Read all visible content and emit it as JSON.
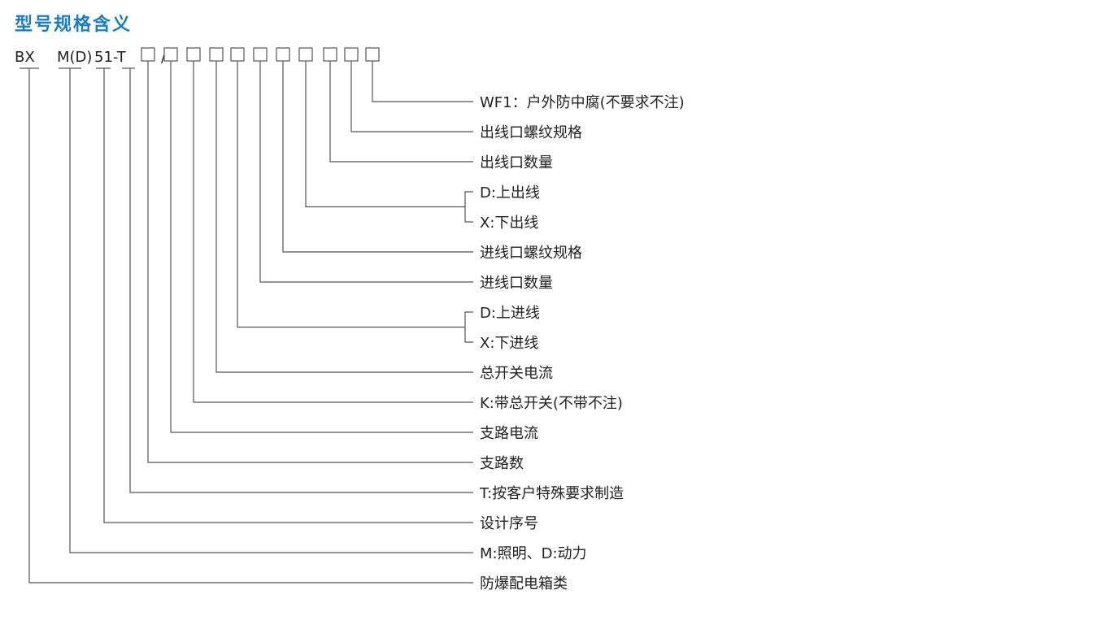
{
  "title": "型号规格含义",
  "model_segments": [
    "BX",
    "M(D)",
    "51-T",
    "/"
  ],
  "slot_count": 11,
  "labels": [
    "WF1：户外防中腐(不要求不注)",
    "出线口螺纹规格",
    "出线口数量",
    "D:上出线",
    "X:下出线",
    "进线口螺纹规格",
    "进线口数量",
    "D:上进线",
    "X:下进线",
    "总开关电流",
    "K:带总开关(不带不注)",
    "支路电流",
    "支路数",
    "T:按客户特殊要求制造",
    "设计序号",
    "M:照明、D:动力",
    "防爆配电箱类"
  ]
}
